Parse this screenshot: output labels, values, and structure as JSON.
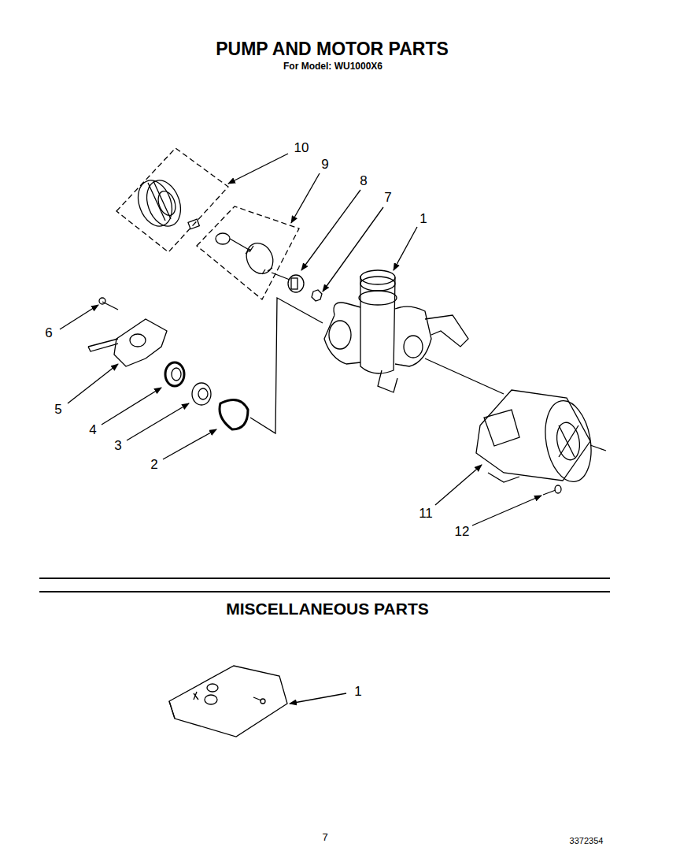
{
  "diagram": {
    "title": "PUMP AND MOTOR PARTS",
    "labels": [
      "For Model: WU1000X6",
      "10",
      "9",
      "8",
      "7",
      "1",
      "6",
      "5",
      "4",
      "3",
      "2",
      "11",
      "12",
      "MISCELLANEOUS PARTS",
      "1",
      "7",
      "3372354"
    ]
  }
}
